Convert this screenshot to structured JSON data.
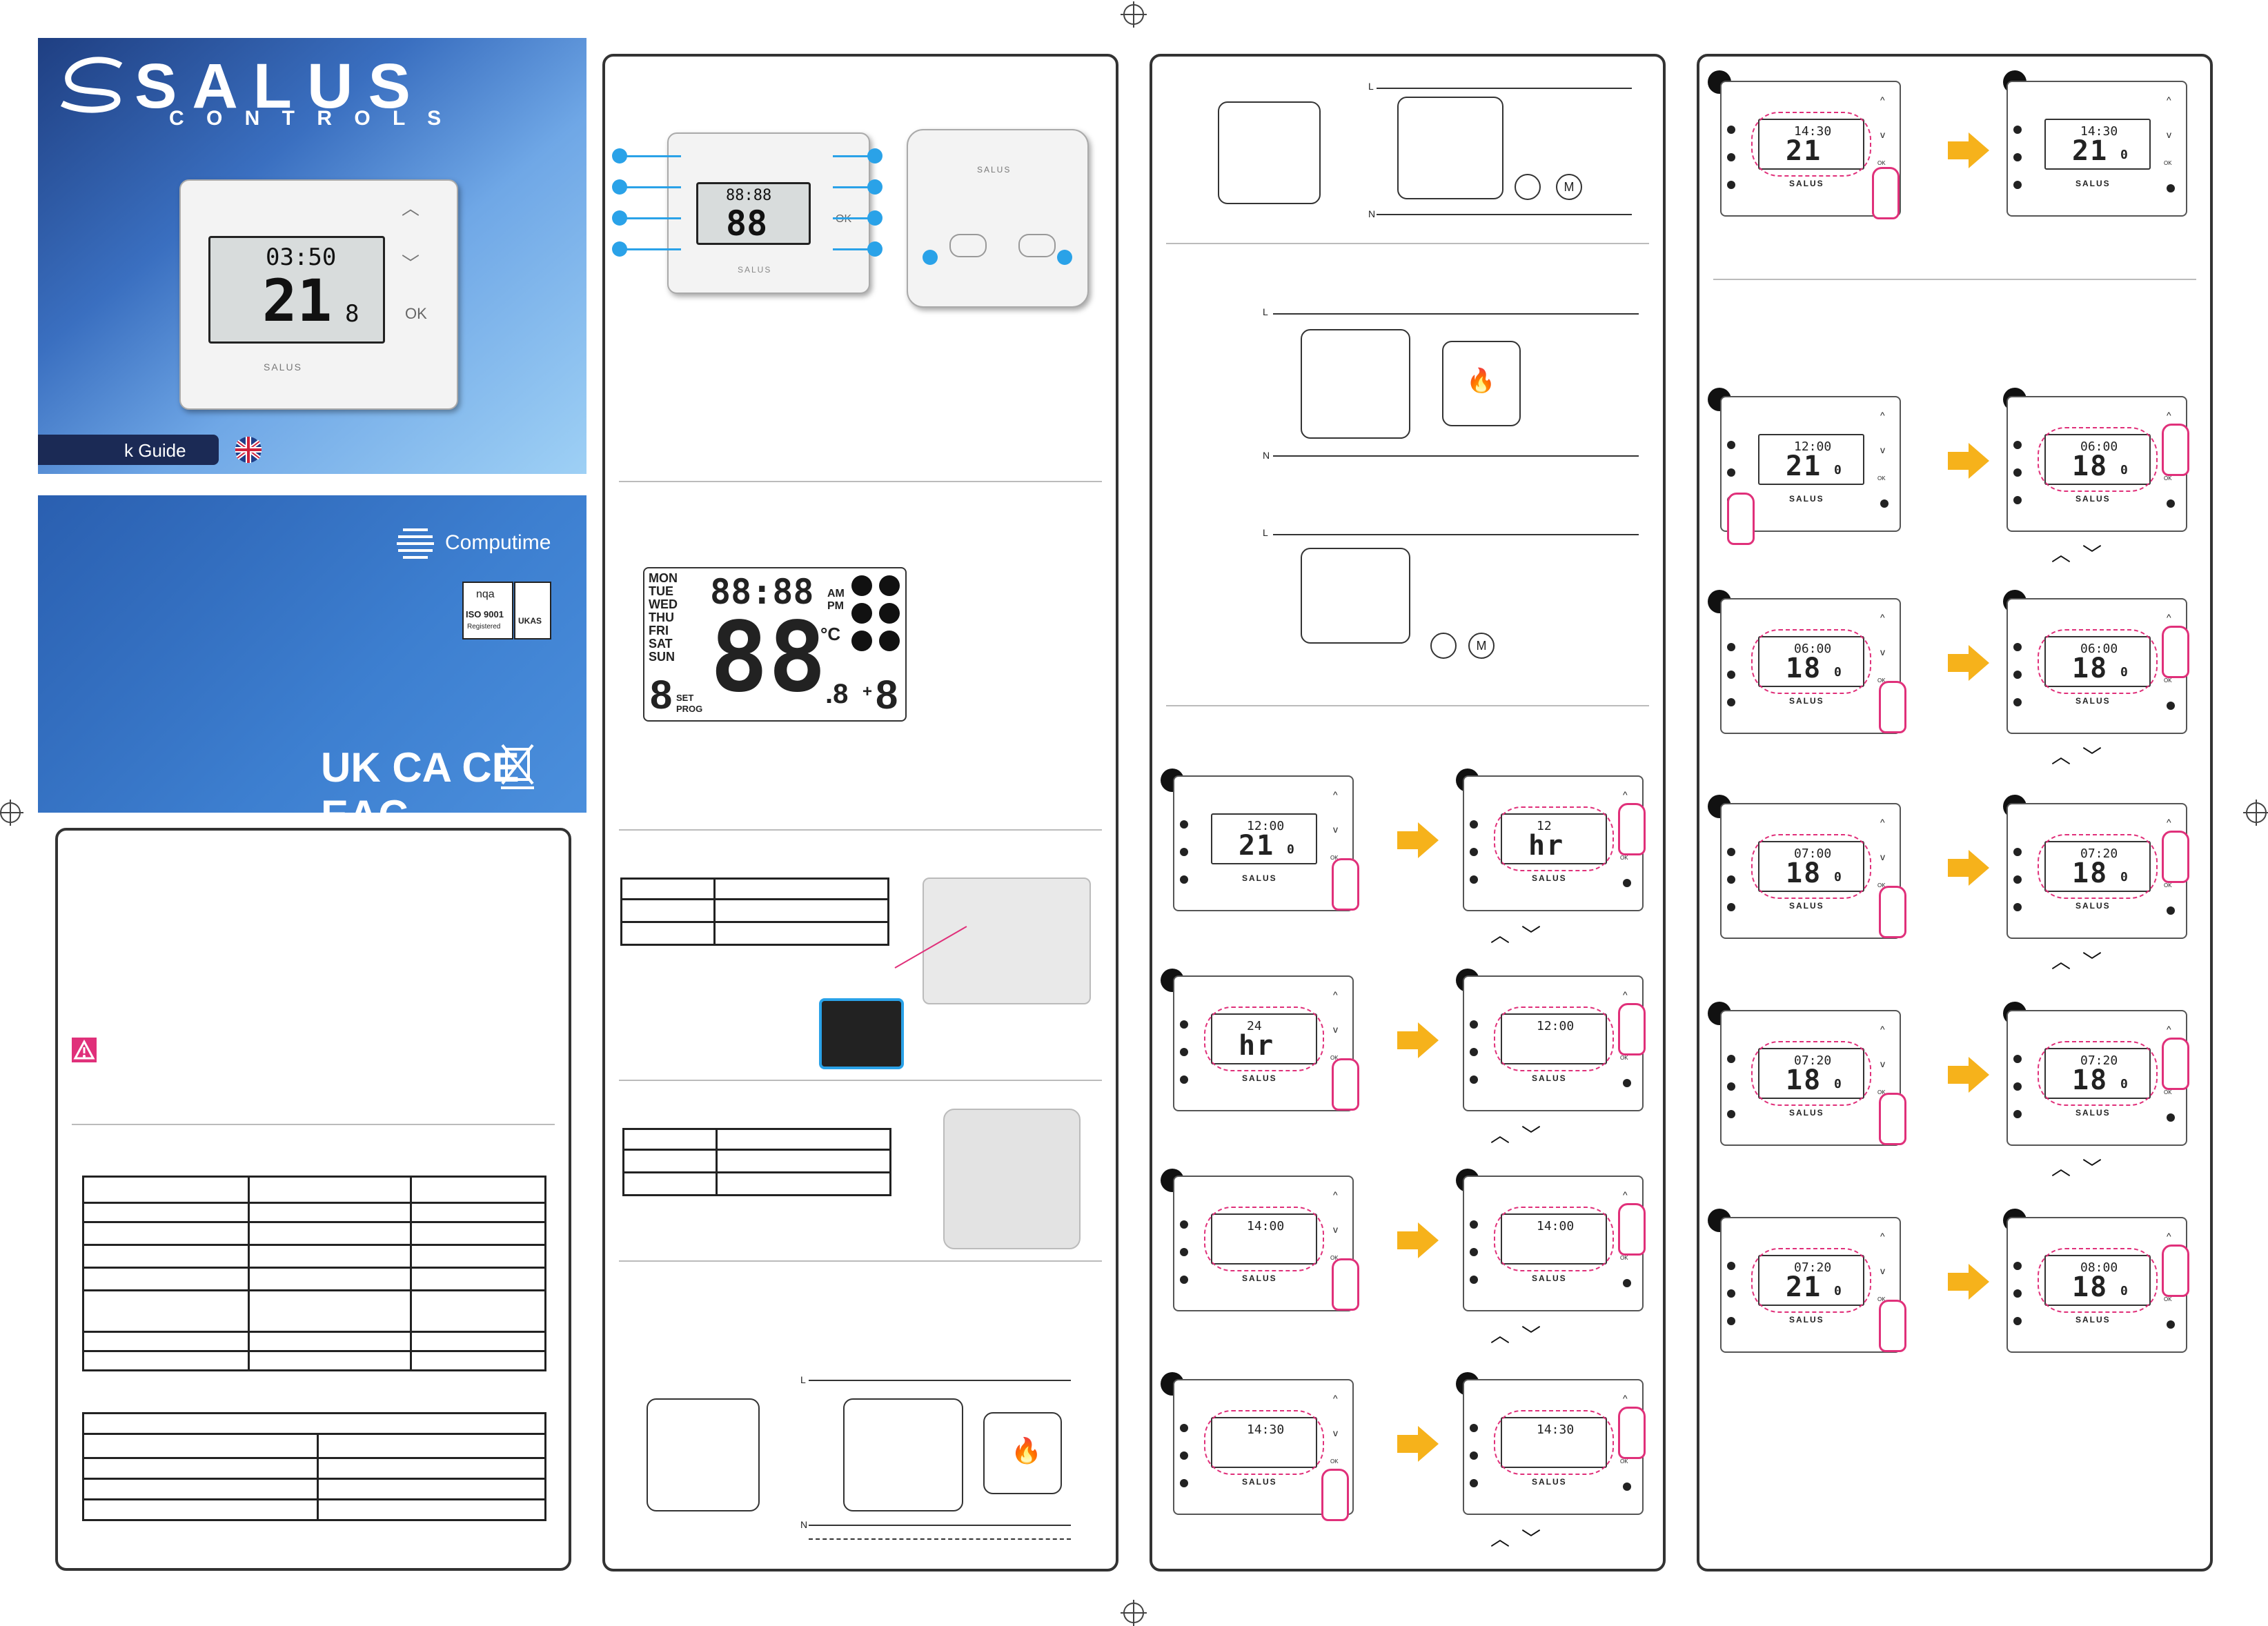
{
  "cover": {
    "brand_name": "SALUS",
    "brand_sub": "C O N T R O L S",
    "guide_label": "k Guide",
    "device_time": "03:50",
    "device_temp": "21",
    "device_temp_dec": "8",
    "device_ok": "OK",
    "device_brand": "SALUS"
  },
  "back": {
    "company": "Computime",
    "iso_top": "nqa",
    "iso_main": "ISO 9001",
    "iso_sub": "Registered",
    "ukas": "UKAS",
    "marks": "UK CA  CE  EAC"
  },
  "lcd_legend": {
    "days": [
      "MON",
      "TUE",
      "WED",
      "THU",
      "FRI",
      "SAT",
      "SUN"
    ],
    "time": "88:88",
    "am": "AM",
    "pm": "PM",
    "temp": "88",
    "temp_dec": ".8",
    "unit": "°C",
    "digit": "8",
    "plus": "+",
    "set": "SET",
    "prog": "PROG"
  },
  "front_device": {
    "ok": "OK",
    "brand": "SALUS"
  },
  "receiver": {
    "brand": "SALUS"
  },
  "wiring_labels": {
    "L": "L",
    "N": "N",
    "M": "M"
  },
  "steps_col3": [
    {
      "left_time": "12:00",
      "left_big": "21",
      "left_dec": "0",
      "right_time": "12",
      "right_big": "hr"
    },
    {
      "left_time": "24",
      "left_big": "hr",
      "right_time": "12:00",
      "right_big": ""
    },
    {
      "left_time": "14:00",
      "left_big": "",
      "right_time": "14:00",
      "right_big": ""
    },
    {
      "left_time": "14:30",
      "left_big": "",
      "right_time": "14:30",
      "right_big": ""
    }
  ],
  "col4_top": {
    "left_time": "14:30",
    "right_time": "14:30",
    "right_big": "21",
    "right_dec": "0"
  },
  "steps_col4": [
    {
      "left_time": "12:00",
      "left_big": "21",
      "left_dec": "0",
      "right_time": "06:00",
      "right_big": "18",
      "right_dec": "0"
    },
    {
      "left_time": "06:00",
      "left_big": "18",
      "left_dec": "0",
      "right_time": "06:00",
      "right_big": "18",
      "right_dec": "0"
    },
    {
      "left_time": "07:00",
      "left_big": "18",
      "left_dec": "0",
      "right_time": "07:20",
      "right_big": "18",
      "right_dec": "0"
    },
    {
      "left_time": "07:20",
      "left_big": "18",
      "left_dec": "0",
      "right_time": "07:20",
      "right_big": "18",
      "right_dec": "0"
    },
    {
      "left_time": "07:20",
      "left_big": "21",
      "left_dec": "0",
      "right_time": "08:00",
      "right_big": "18",
      "right_dec": "0"
    }
  ],
  "device_brand_small": "SALUS",
  "ok_small": "OK"
}
